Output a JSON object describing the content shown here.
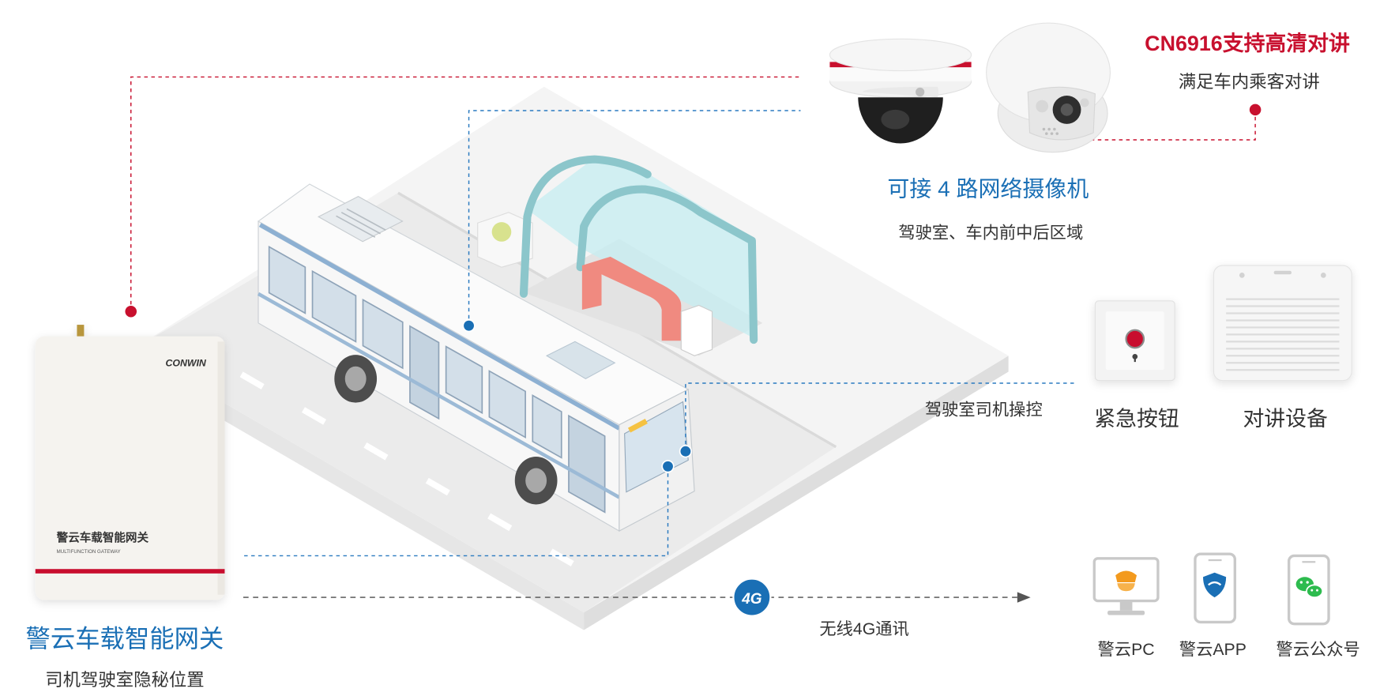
{
  "colors": {
    "accent_blue": "#1a6fb5",
    "accent_red": "#c8102e",
    "text": "#333333",
    "link_gray": "#666666"
  },
  "feature_intercom": {
    "title": "CN6916支持高清对讲",
    "subtitle": "满足车内乘客对讲"
  },
  "cameras": {
    "title": "可接 4 路网络摄像机",
    "subtitle": "驾驶室、车内前中后区域",
    "icons": [
      "ptz-dome-camera-icon",
      "turret-dome-camera-icon"
    ]
  },
  "driver_control": {
    "label": "驾驶室司机操控",
    "devices": [
      {
        "label": "紧急按钮",
        "icon": "emergency-button-icon"
      },
      {
        "label": "对讲设备",
        "icon": "intercom-device-icon"
      }
    ]
  },
  "gateway": {
    "logo": "CONWIN",
    "device_label": "警云车载智能网关",
    "device_sublabel": "MULTIFUNCTION GATEWAY",
    "title": "警云车载智能网关",
    "subtitle": "司机驾驶室隐秘位置"
  },
  "network": {
    "badge": "4G",
    "label": "无线4G通讯"
  },
  "clients": [
    {
      "label": "警云PC",
      "icon": "pc-monitor-icon"
    },
    {
      "label": "警云APP",
      "icon": "mobile-app-icon"
    },
    {
      "label": "警云公众号",
      "icon": "wechat-icon"
    }
  ]
}
